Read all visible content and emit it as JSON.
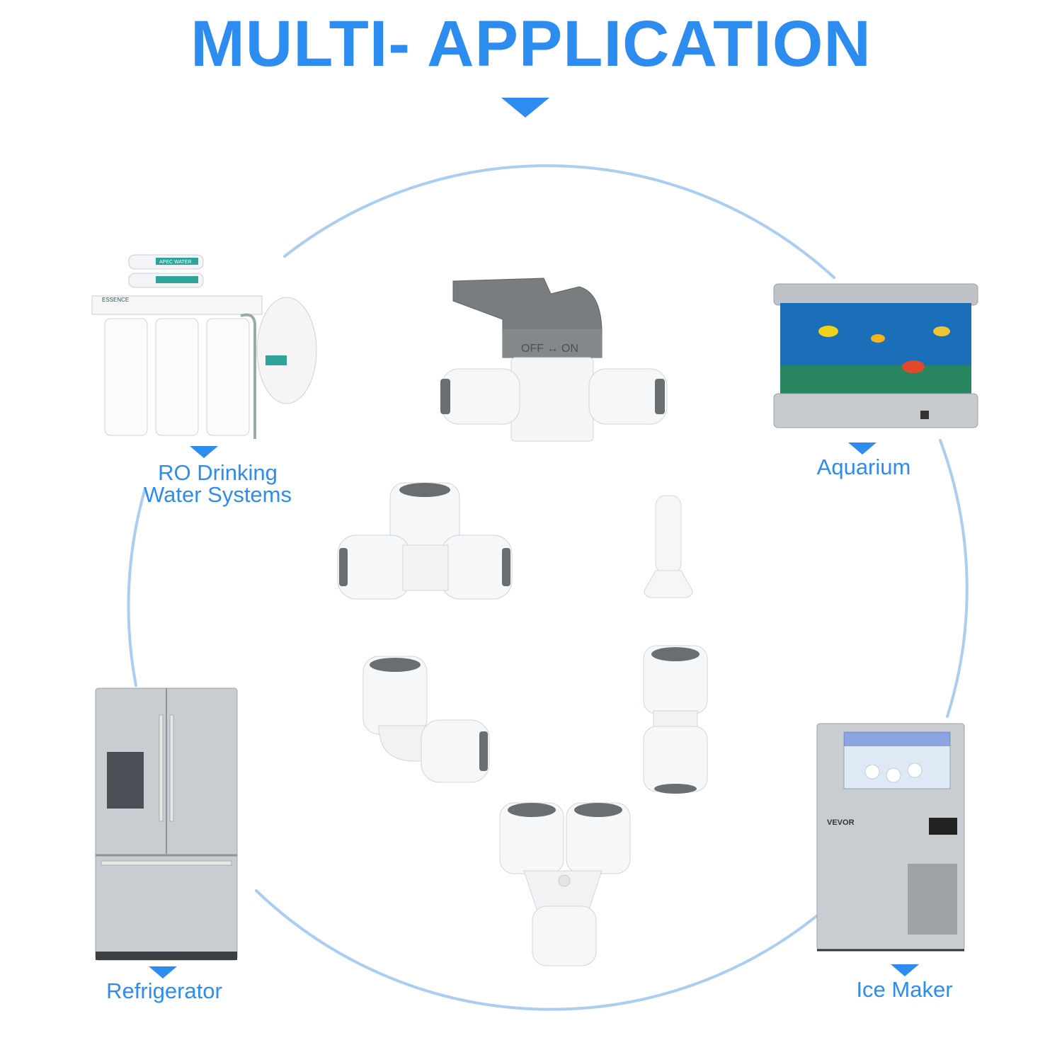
{
  "title": "MULTI- APPLICATION",
  "colors": {
    "accent": "#2d8cf0",
    "ring": "#aacdf2"
  },
  "applications": [
    {
      "id": "ro",
      "label_line1": "RO Drinking",
      "label_line2": "Water Systems"
    },
    {
      "id": "aquarium",
      "label": "Aquarium"
    },
    {
      "id": "refrigerator",
      "label": "Refrigerator"
    },
    {
      "id": "ice-maker",
      "label": "Ice Maker"
    }
  ],
  "product_text": {
    "valve_marking": "OFF ↔ ON",
    "ice_maker_brand": "VEVOR",
    "ro_brand": "APEC WATER",
    "ro_brand_tag": "ESSENCE"
  },
  "icons": [
    "shutoff-valve",
    "tee-fitting",
    "tube-insert",
    "elbow-fitting",
    "union-fitting",
    "y-fitting"
  ]
}
